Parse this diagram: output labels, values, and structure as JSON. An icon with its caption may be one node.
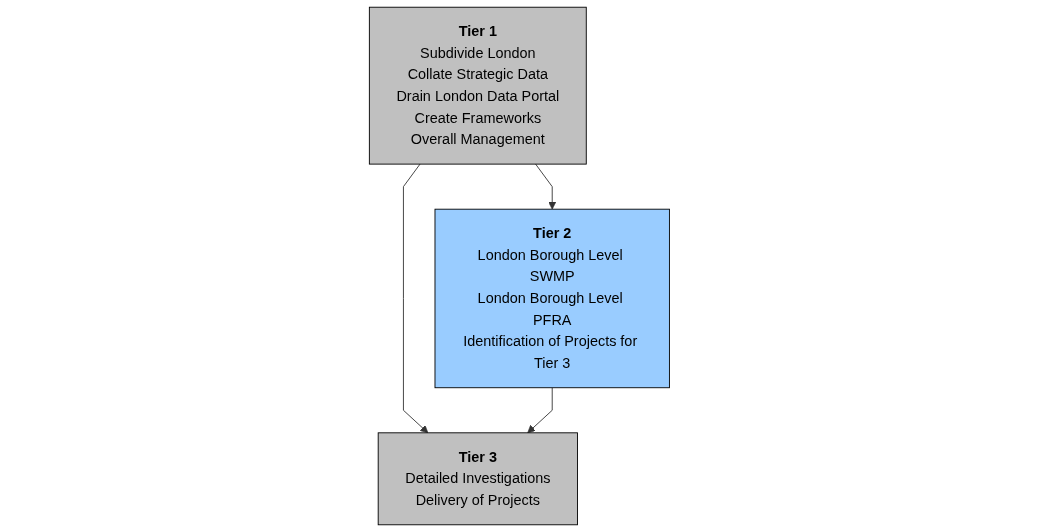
{
  "diagram": {
    "nodes": [
      {
        "text": [
          "Tier 1",
          "Subdivide London",
          "Collate Strategic Data",
          "Drain London Data Portal",
          "Create Frameworks",
          "Overall Management"
        ]
      },
      {
        "text": [
          "Tier 2",
          "London Borough Level SWMP",
          "London Borough Level PFRA",
          "Identification of Projects for Tier 3"
        ]
      },
      {
        "text": [
          "Tier 3",
          "Detailed Investigations",
          "Delivery of Projects"
        ]
      }
    ],
    "edges": [
      {
        "from": 0,
        "to": 1,
        "arrow": "to"
      },
      {
        "from": 0,
        "to": 2,
        "arrow": "to"
      },
      {
        "from": 1,
        "to": 2,
        "arrow": "to"
      }
    ]
  }
}
